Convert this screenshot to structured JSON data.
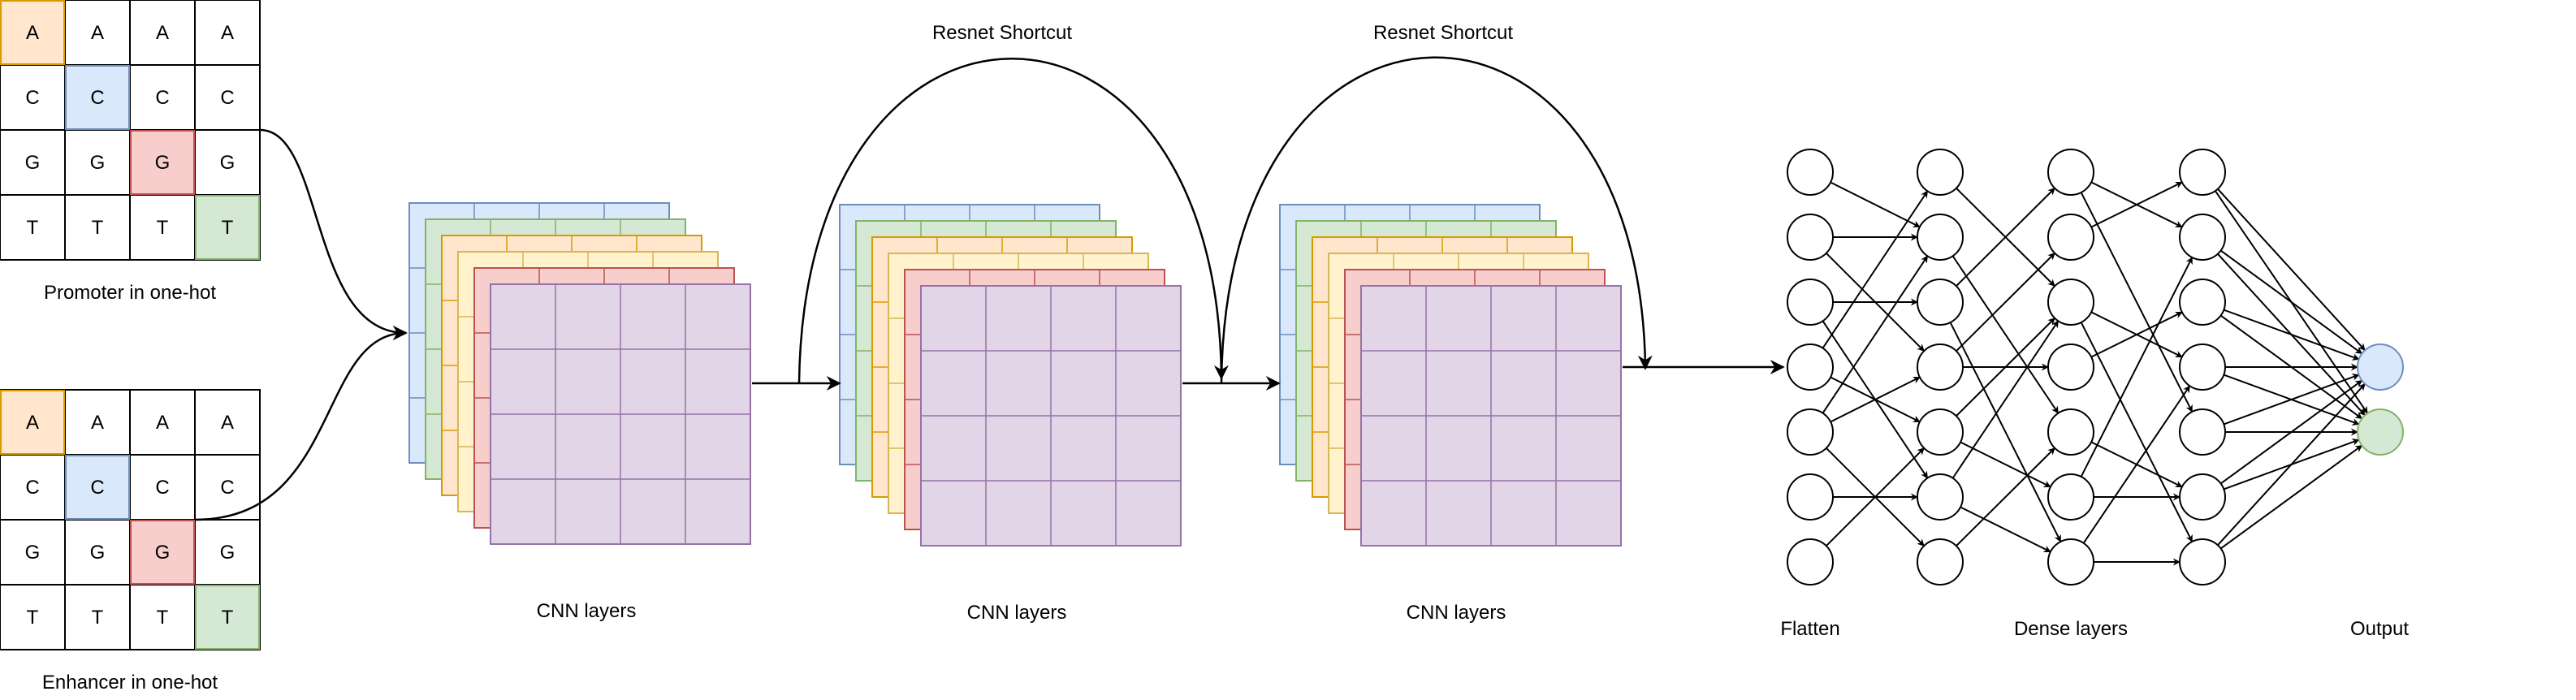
{
  "onehot": {
    "rows": [
      [
        "A",
        "A",
        "A",
        "A"
      ],
      [
        "C",
        "C",
        "C",
        "C"
      ],
      [
        "G",
        "G",
        "G",
        "G"
      ],
      [
        "T",
        "T",
        "T",
        "T"
      ]
    ],
    "highlight_colors": [
      "#ffe6cc",
      "#dae8fc",
      "#f8cecc",
      "#d5e8d4"
    ],
    "highlight_strokes": [
      "#d79b00",
      "#6c8ebf",
      "#b85450",
      "#82b366"
    ]
  },
  "labels": {
    "promoter": "Promoter in one-hot",
    "enhancer": "Enhancer in one-hot",
    "cnn_1": "CNN layers",
    "cnn_2": "CNN layers",
    "cnn_3": "CNN layers",
    "resnet_1": "Resnet Shortcut",
    "resnet_2": "Resnet Shortcut",
    "flatten": "Flatten",
    "dense": "Dense layers",
    "output": "Output"
  },
  "cnn_layer_colors": [
    {
      "fill": "#dae8fc",
      "stroke": "#6c8ebf"
    },
    {
      "fill": "#d5e8d4",
      "stroke": "#82b366"
    },
    {
      "fill": "#ffe6cc",
      "stroke": "#d79b00"
    },
    {
      "fill": "#fff2cc",
      "stroke": "#d6b656"
    },
    {
      "fill": "#f8cecc",
      "stroke": "#b85450"
    },
    {
      "fill": "#e1d5e7",
      "stroke": "#9673a6"
    }
  ],
  "network": {
    "flatten_nodes": 7,
    "dense_layers": [
      7,
      7,
      7
    ],
    "output_colors": [
      {
        "fill": "#dae8fc",
        "stroke": "#6c8ebf"
      },
      {
        "fill": "#d5e8d4",
        "stroke": "#82b366"
      }
    ]
  }
}
